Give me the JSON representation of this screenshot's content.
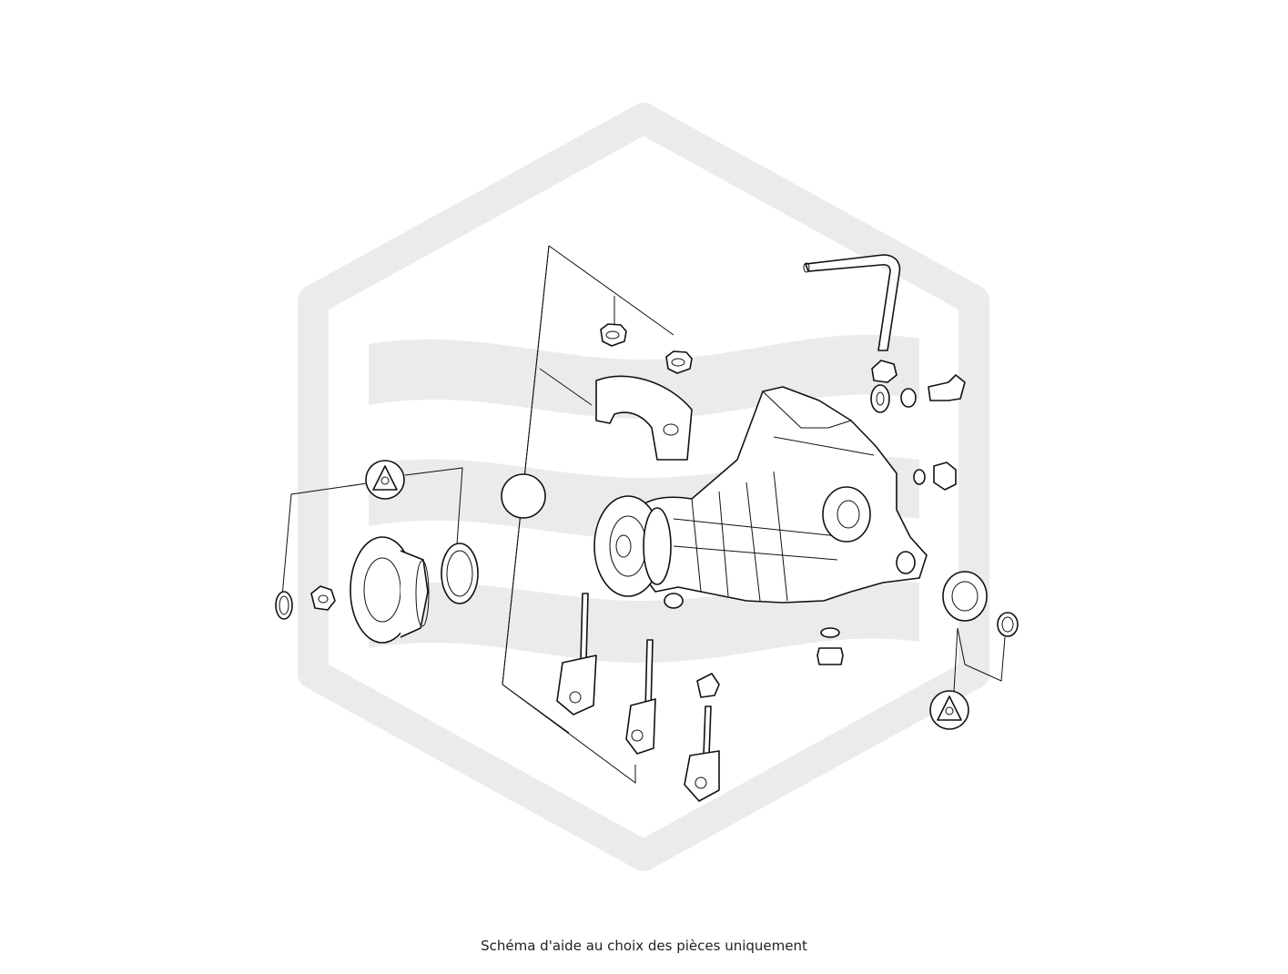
{
  "caption": "Schéma d'aide au choix des pièces uniquement",
  "colors": {
    "background": "#ffffff",
    "ink": "#111111",
    "watermark": "#ebebeb"
  },
  "diagram": {
    "type": "exploded-parts-diagram",
    "subject": "rear differential assembly",
    "watermark": "hexagon-logo"
  }
}
